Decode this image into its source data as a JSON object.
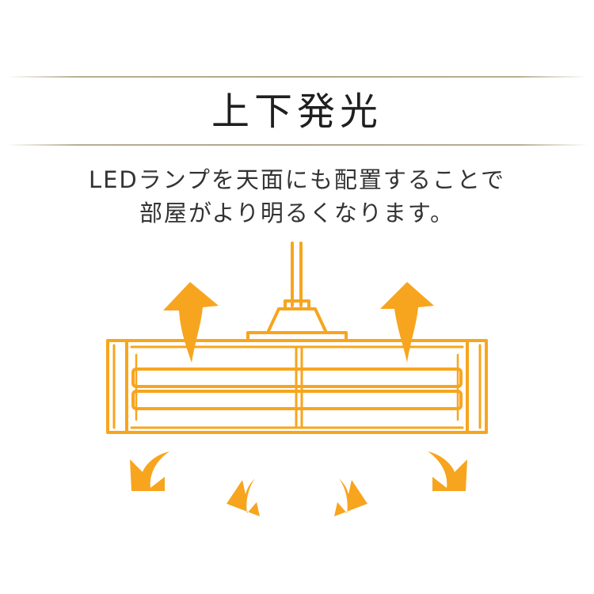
{
  "heading": {
    "title": "上下発光"
  },
  "description": {
    "line1": "LEDランプを天面にも配置することで",
    "line2": "部屋がより明るくなります。"
  },
  "colors": {
    "accent_orange": "#f7a51e",
    "rule": "#b1a68a",
    "text": "#1f1f1f"
  },
  "illustration": {
    "subject": "pendant-lamp",
    "up_arrows": 2,
    "down_arrows": 4
  }
}
